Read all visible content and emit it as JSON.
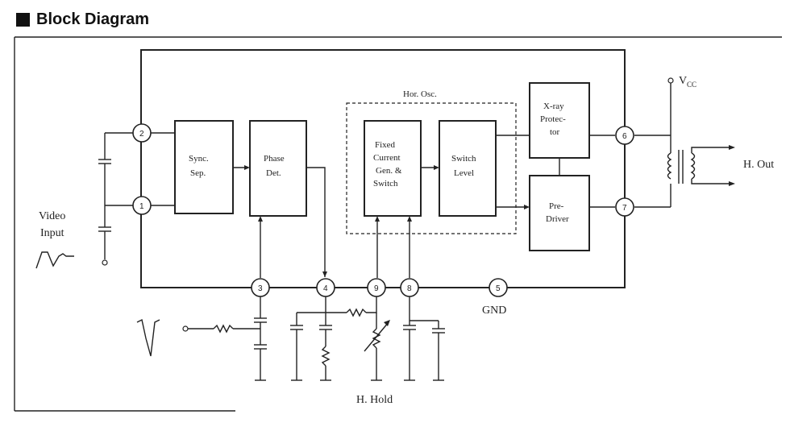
{
  "header": {
    "title": "Block Diagram"
  },
  "blocks": {
    "sync": [
      "Sync.",
      "Sep."
    ],
    "phase": [
      "Phase",
      "Det."
    ],
    "fixed": [
      "Fixed",
      "Current",
      "Gen. &",
      "Switch"
    ],
    "switch": [
      "Switch",
      "Level"
    ],
    "xray": [
      "X-ray",
      "Protec-",
      "tor"
    ],
    "predriver": [
      "Pre-",
      "Driver"
    ]
  },
  "oscillator_label": "Hor. Osc.",
  "pins": [
    "2",
    "1",
    "3",
    "4",
    "9",
    "8",
    "5",
    "6",
    "7"
  ],
  "labels": {
    "video": "Video",
    "input": "Input",
    "vcc": "V",
    "vcc_sub": "CC",
    "hout": "H. Out",
    "gnd": "GND",
    "hhold": "H. Hold"
  }
}
